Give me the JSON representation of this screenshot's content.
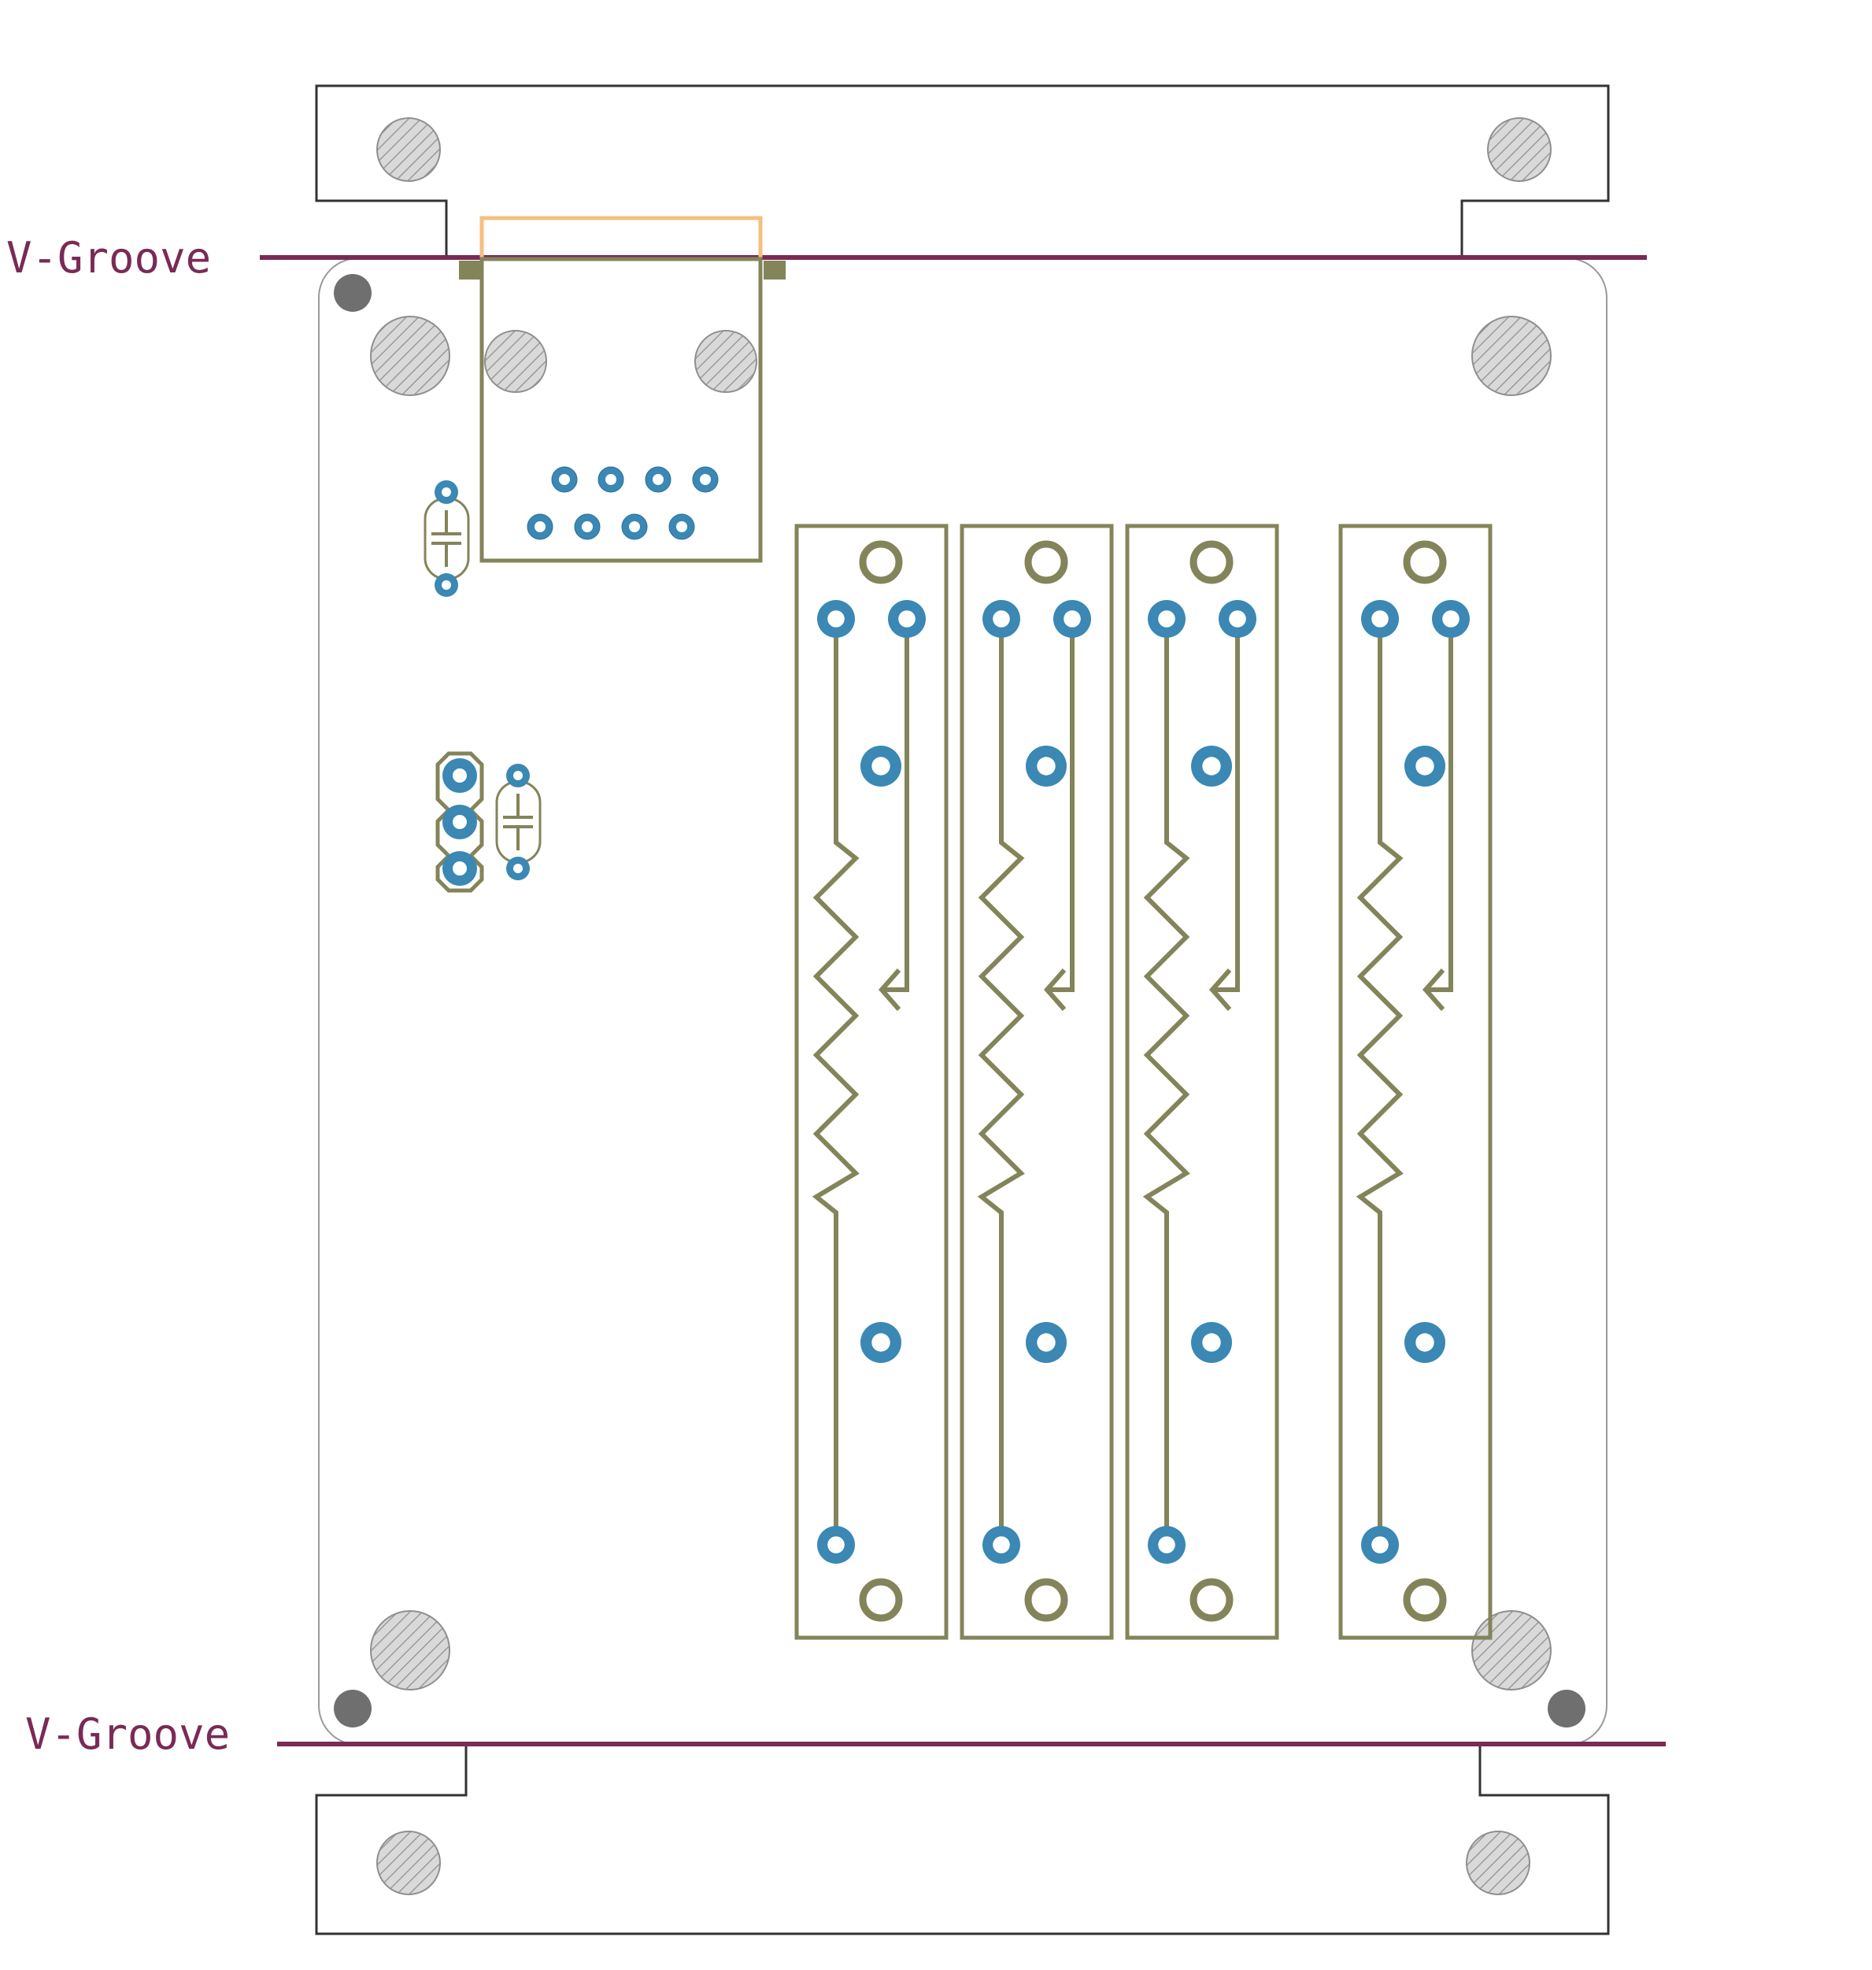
{
  "labels": {
    "v_groove_top": "V-Groove",
    "v_groove_bottom": "V-Groove"
  },
  "colors": {
    "outline": "#333333",
    "board_edge": "#9a9a9a",
    "v_groove": "#7a2a55",
    "silkscreen": "#84845a",
    "pad": "#3a88b3",
    "hatch_fill": "#d6d6d6",
    "hatch_line": "#9a9a9a",
    "fiducial": "#6f6f6f",
    "connector_outline": "#f5bf7f"
  },
  "components": {
    "rj45_connector": "RJ45 jack (8 pins)",
    "capacitors": 2,
    "header_pins": 3,
    "slide_potentiometers": 4
  }
}
